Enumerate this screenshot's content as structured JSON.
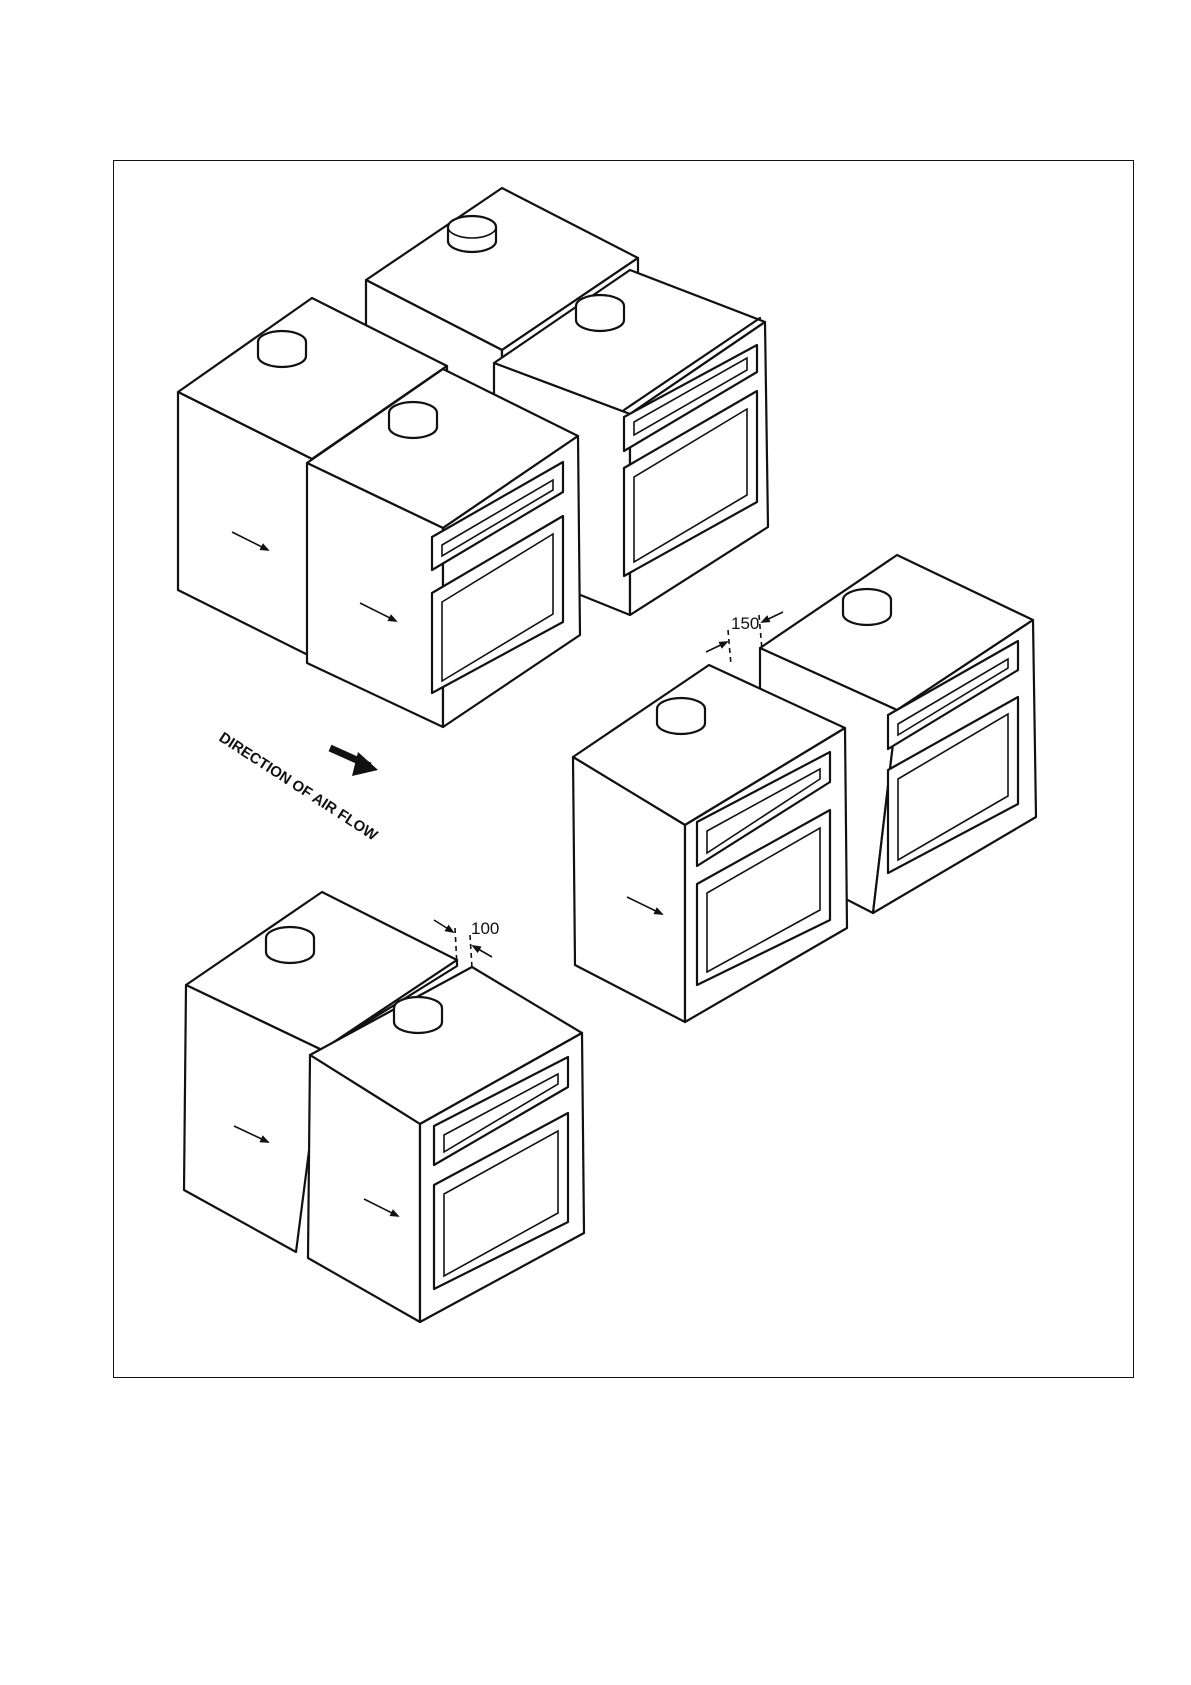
{
  "diagram": {
    "airflow_label": "DIRECTION OF AIR FLOW",
    "gap_upper": "150",
    "gap_lower": "100"
  }
}
